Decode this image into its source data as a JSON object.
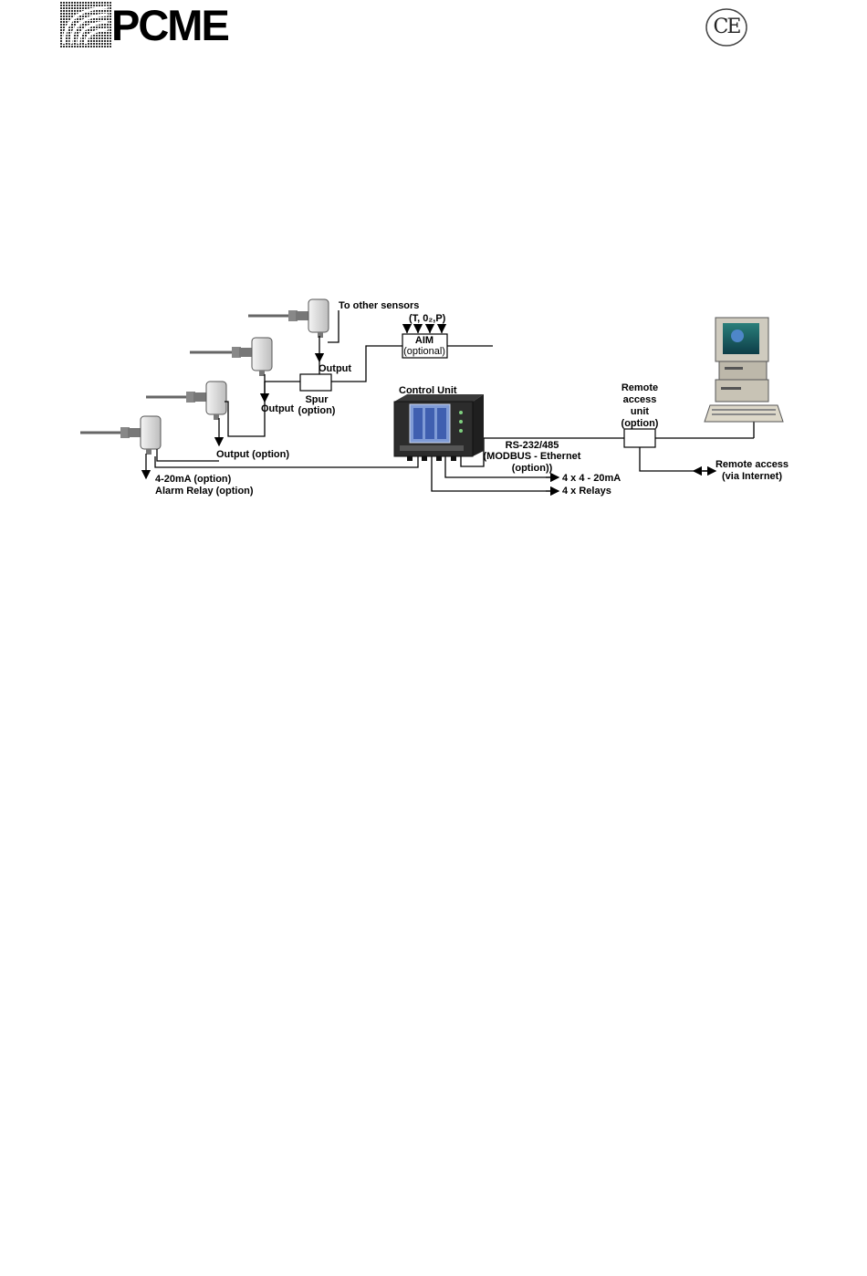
{
  "header": {
    "logo_text": "PCME",
    "ce_mark": "CE",
    "logo_icon": "pcme-striped-logo-icon",
    "ce_icon": "ce-circle-mark-icon"
  },
  "diagram": {
    "labels": {
      "to_other_sensors": "To other sensors",
      "aim_inputs": "(T, 0₂,P)",
      "aim_title": "AIM",
      "aim_sub": "(optional)",
      "output_1": "Output",
      "output_2": "Output",
      "spur_title": "Spur",
      "spur_sub": "(option)",
      "output_option": "Output (option)",
      "sensor_out_1": "4-20mA (option)",
      "sensor_out_2": "Alarm Relay (option)",
      "control_unit": "Control Unit",
      "rs_line1": "RS-232/485",
      "rs_line2": "(MODBUS - Ethernet",
      "rs_line3": "(option))",
      "out_ma": "4 x 4 - 20mA",
      "out_relays": "4 x Relays",
      "remote_unit_1": "Remote",
      "remote_unit_2": "access",
      "remote_unit_3": "unit",
      "remote_unit_4": "(option)",
      "remote_access_1": "Remote access",
      "remote_access_2": "(via Internet)"
    },
    "icons": {
      "sensor": "probe-sensor-icon",
      "control_unit": "control-unit-display-icon",
      "computer": "desktop-computer-icon"
    }
  }
}
